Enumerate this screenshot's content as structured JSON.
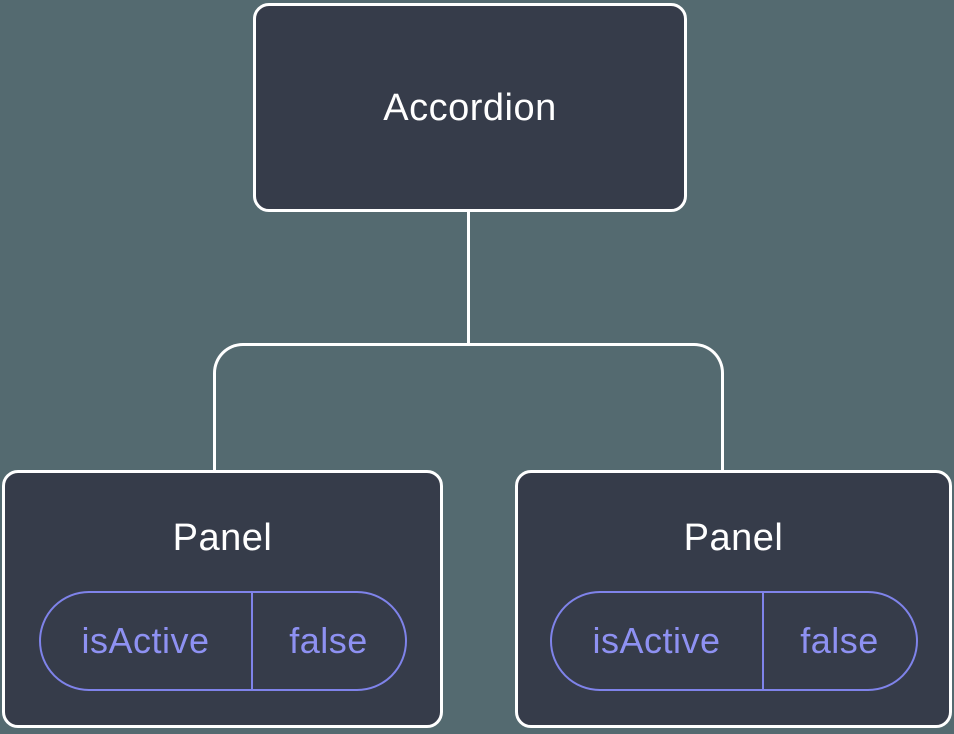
{
  "diagram": {
    "type": "component-tree",
    "colors": {
      "bg": "#546A70",
      "node_fill": "#363C4A",
      "node_border": "#FFFFFF",
      "node_label_text": "#FFFFFF",
      "pill_border": "#7F83EA",
      "pill_text": "#8E91F2",
      "connector": "#FFFFFF"
    },
    "root": {
      "label": "Accordion"
    },
    "children": [
      {
        "label": "Panel",
        "state": {
          "name": "isActive",
          "value": "false"
        }
      },
      {
        "label": "Panel",
        "state": {
          "name": "isActive",
          "value": "false"
        }
      }
    ]
  }
}
